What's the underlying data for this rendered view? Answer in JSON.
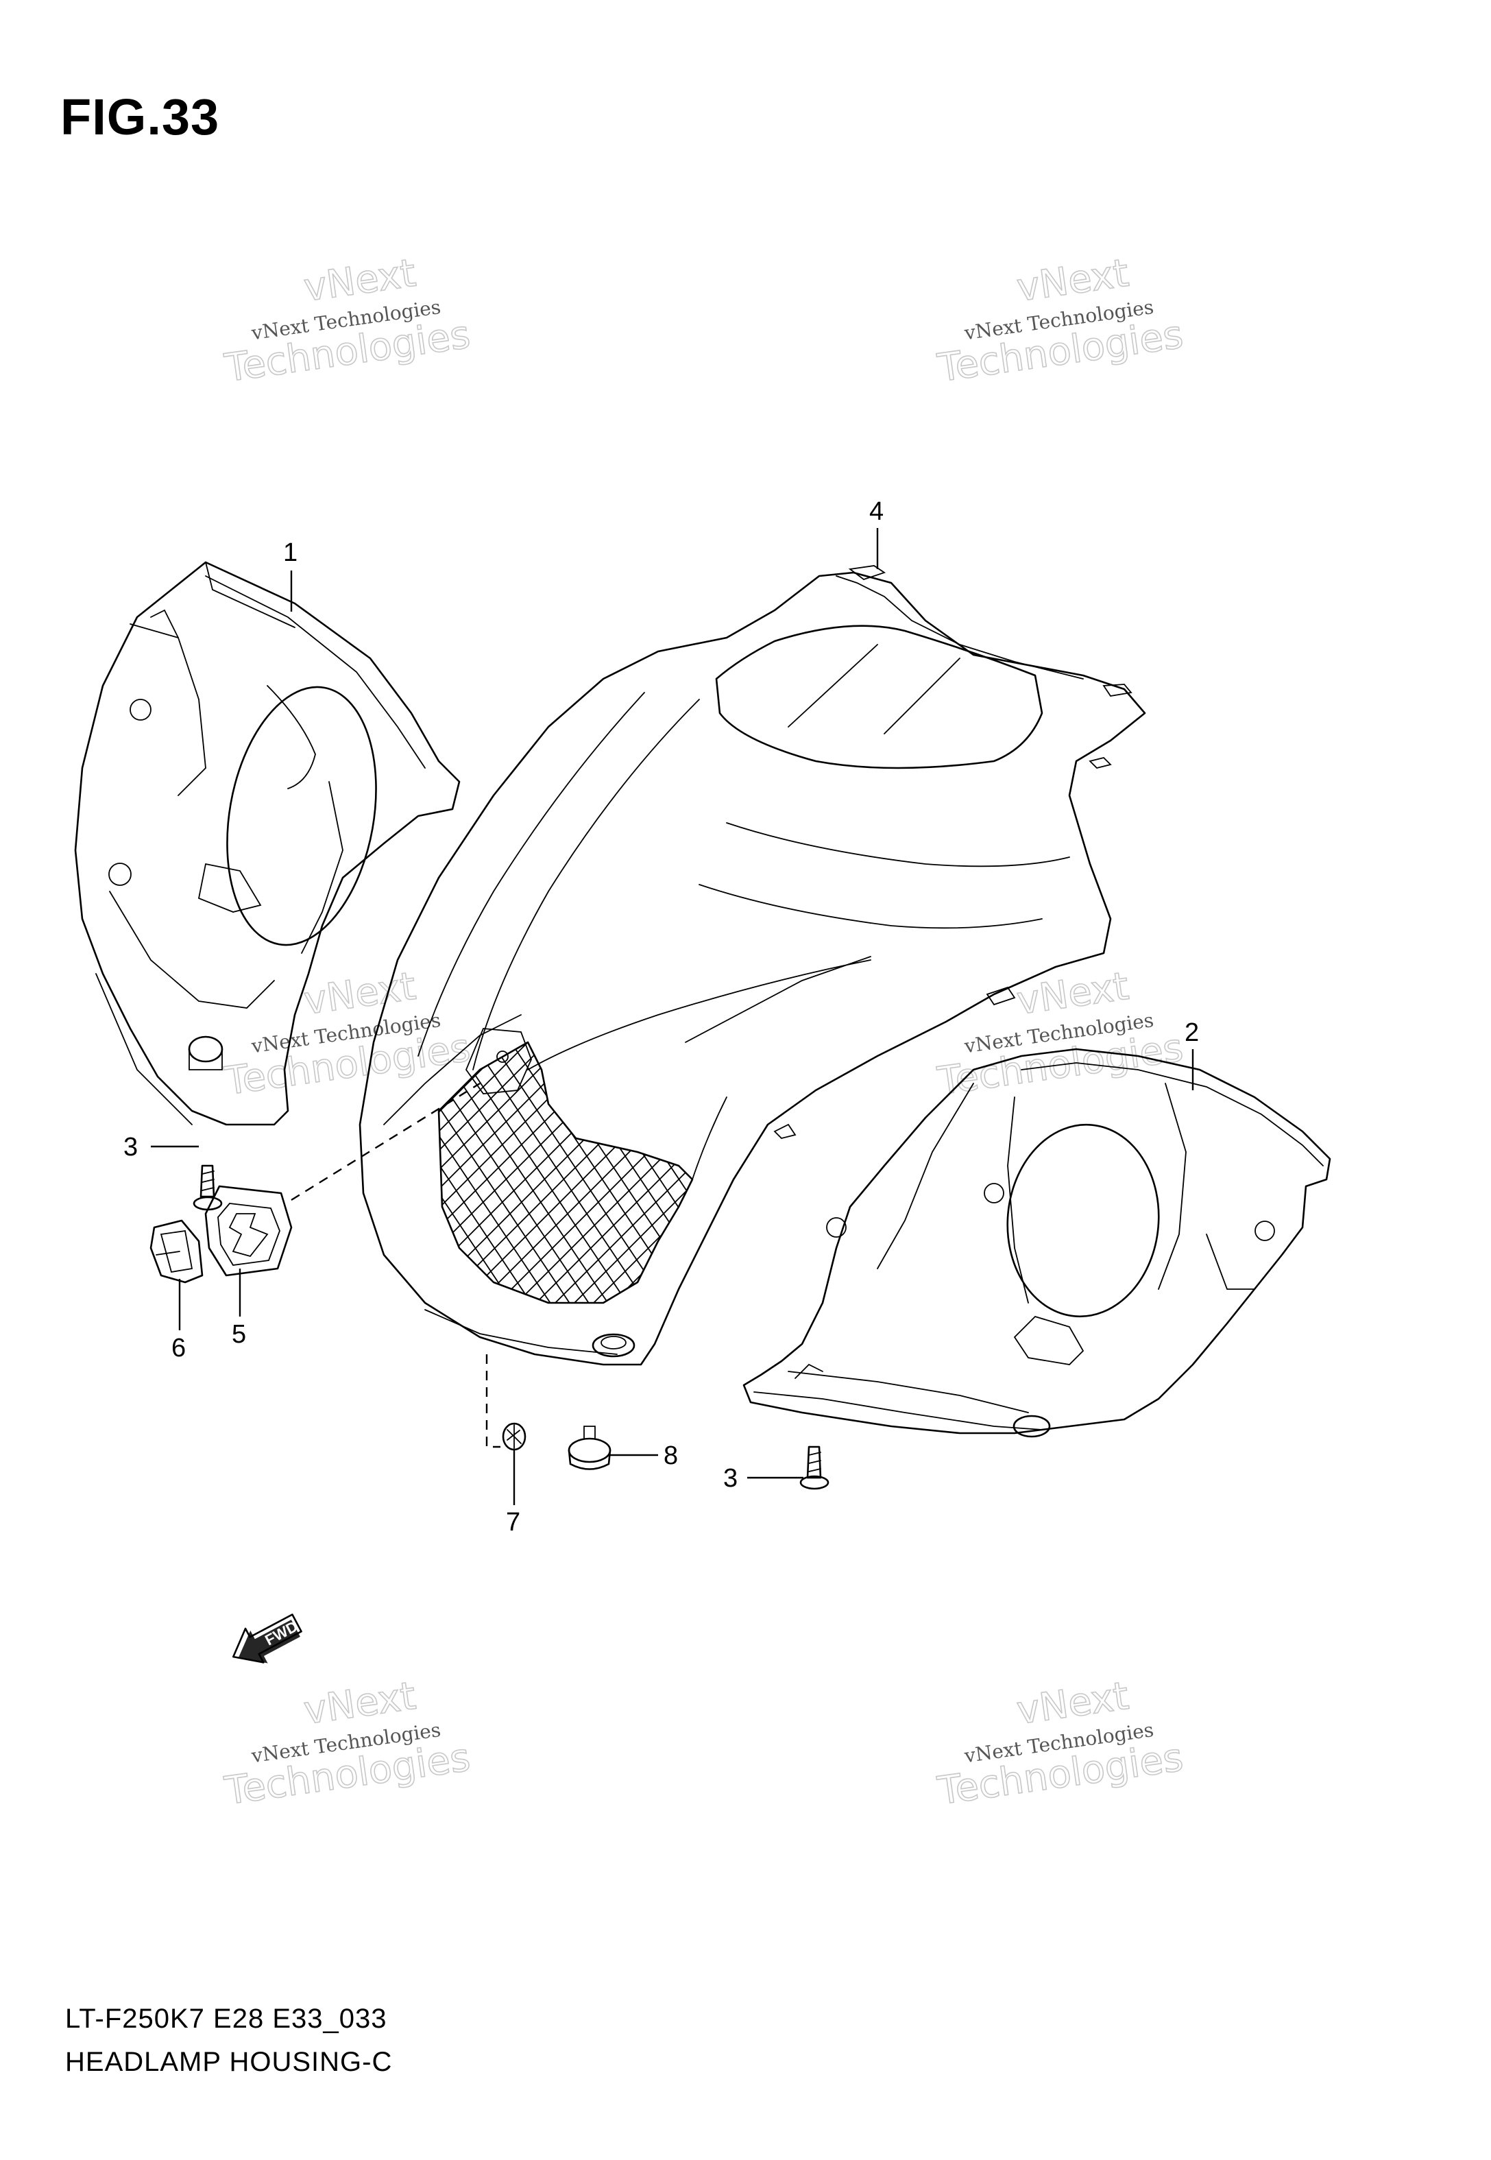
{
  "figure": {
    "title": "FIG.33"
  },
  "footer": {
    "code": "LT-F250K7 E28 E33_033",
    "name": "HEADLAMP HOUSING-C"
  },
  "watermark": {
    "line1": "vNext Technologies",
    "line2": "vNext",
    "line3": "Technologies"
  },
  "callouts": {
    "c1": "1",
    "c2": "2",
    "c3a": "3",
    "c3b": "3",
    "c4": "4",
    "c5": "5",
    "c6": "6",
    "c7": "7",
    "c8": "8"
  },
  "fwd_label": "FWD"
}
